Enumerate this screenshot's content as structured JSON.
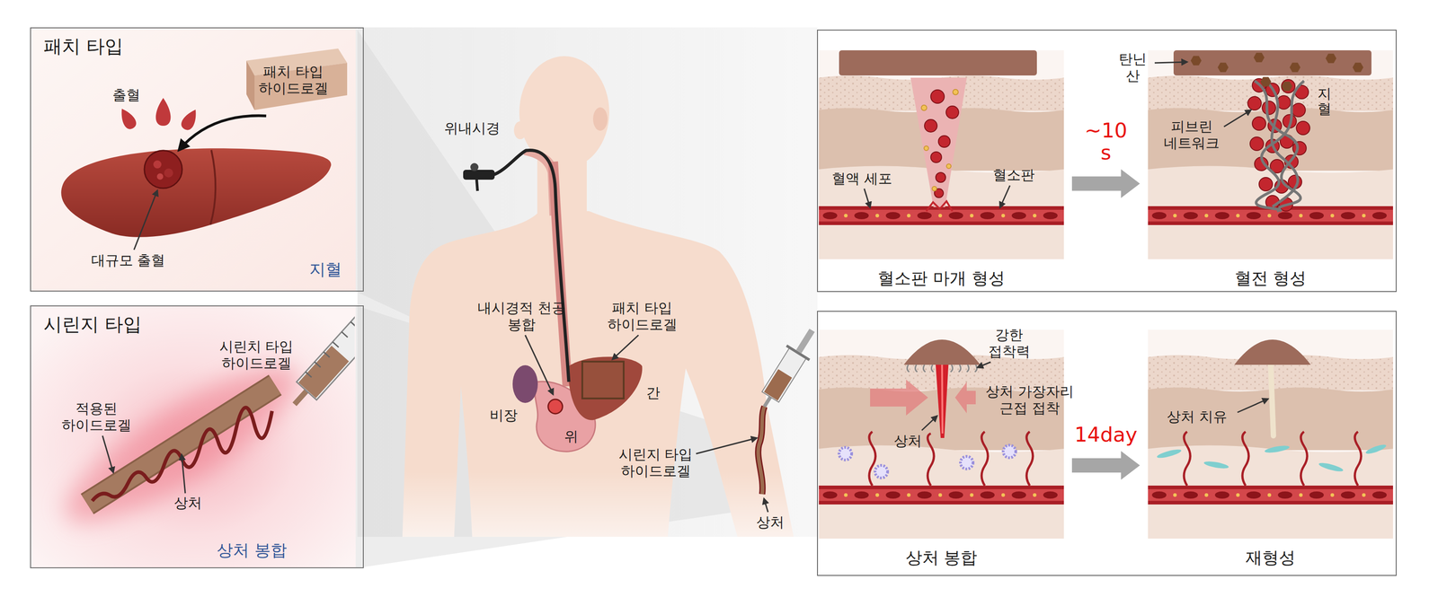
{
  "diagram": {
    "nodes": [
      {
        "text": [
          "패치 타입"
        ]
      },
      {
        "text": [
          "시린지 타입"
        ]
      },
      {
        "text": [
          "혈소판 마개 형성"
        ]
      },
      {
        "text": [
          "혈전 형성"
        ]
      },
      {
        "text": [
          "상처 봉합"
        ]
      },
      {
        "text": [
          "재형성"
        ]
      }
    ],
    "edges": [
      {
        "from": 2,
        "to": 3,
        "arrow": "to",
        "label": "~10 s"
      },
      {
        "from": 4,
        "to": 5,
        "arrow": "to",
        "label": "14day"
      }
    ],
    "labels": [
      "출혈",
      "패치 타입 하이드로겔",
      "대규모 출혈",
      "지혈",
      "시린치 타입 하이드로겔",
      "적용된 하이드로겔",
      "상처",
      "상처 봉합",
      "위내시경",
      "내시경적 천공 봉합",
      "패치 타입 하이드로겔",
      "간",
      "비장",
      "위",
      "시린지 타입 하이드로겔",
      "상처",
      "혈액 세포",
      "혈소판",
      "탄닌 산",
      "지혈",
      "피브린 네트워크",
      "강한 접착력",
      "상처 가장자리 근접 접착",
      "상처",
      "상처 치유"
    ]
  }
}
